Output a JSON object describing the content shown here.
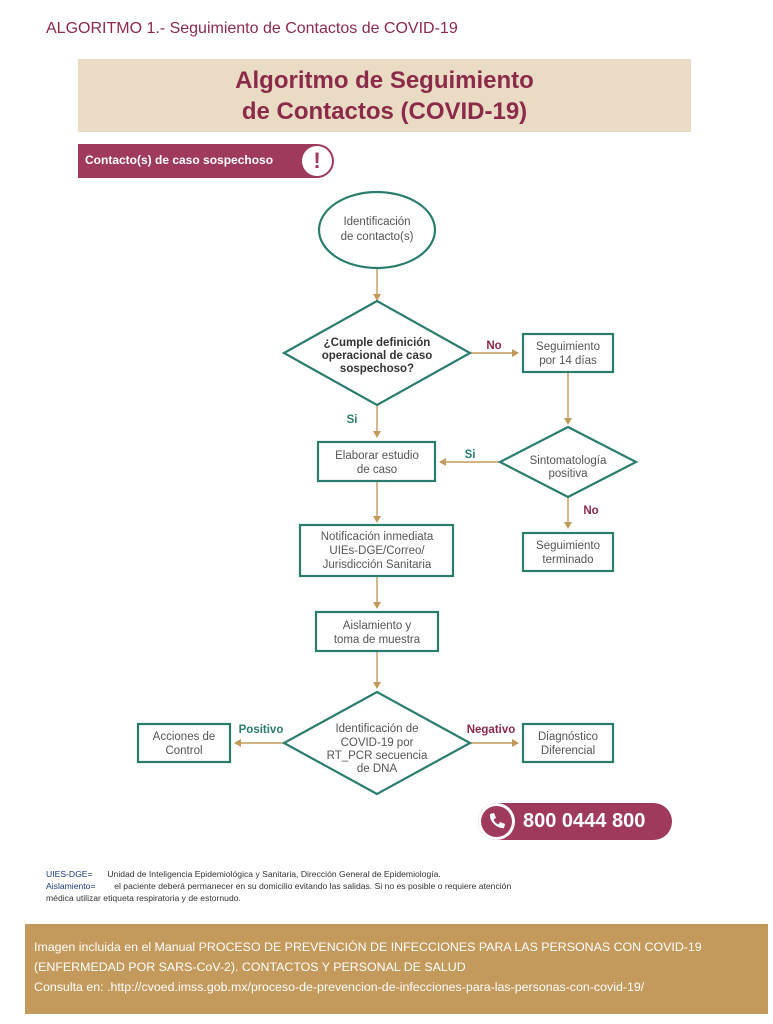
{
  "header": {
    "algorithm_label": "ALGORITMO 1.- Seguimiento de Contactos de COVID-19",
    "title_line1": "Algoritmo de Seguimiento",
    "title_line2": "de Contactos (COVID-19)"
  },
  "banner": {
    "text": "Contacto(s) de caso sospechoso",
    "icon": "exclamation-icon",
    "icon_glyph": "!"
  },
  "flow": {
    "start_line1": "Identificación",
    "start_line2": "de contacto(s)",
    "decision1_line1": "¿Cumple definición",
    "decision1_line2": "operacional de caso",
    "decision1_line3": "sospechoso?",
    "follow_line1": "Seguimiento",
    "follow_line2": "por 14 días",
    "study_line1": "Elaborar estudio",
    "study_line2": "de caso",
    "symptoms_line1": "Sintomatología",
    "symptoms_line2": "positiva",
    "finished_line1": "Seguimiento",
    "finished_line2": "terminado",
    "notify_line1": "Notificación inmediata",
    "notify_line2": "UIEs-DGE/Correo/",
    "notify_line3": "Jurisdicción Sanitaria",
    "isolation_line1": "Aislamiento y",
    "isolation_line2": "toma de muestra",
    "pcr_line1": "Identificación de",
    "pcr_line2": "COVID-19 por",
    "pcr_line3": "RT_PCR secuencia",
    "pcr_line4": "de DNA",
    "control_line1": "Acciones de",
    "control_line2": "Control",
    "diff_line1": "Diagnóstico",
    "diff_line2": "Diferencial",
    "label_no1": "No",
    "label_si1": "Si",
    "label_si2": "Si",
    "label_no2": "No",
    "label_positive": "Positivo",
    "label_negative": "Negativo"
  },
  "phone": {
    "number": "800 0444 800",
    "icon": "phone-icon"
  },
  "notes": {
    "term1": "UIES-DGE=",
    "def1": "Unidad de Inteligencia Epidemiológica y Sanitaria, Dirección General de Epidemiología.",
    "term2": "Aislamiento=",
    "def2_line1": "el paciente deberá permanecer en su domicilio evitando las salidas. Si no es posible o requiere atención",
    "def2_line2": "médica utilizar etiqueta respiratoria y de estornudo."
  },
  "footer": {
    "line1": "Imagen incluida en el Manual PROCESO DE PREVENCIÓN DE INFECCIONES PARA LAS PERSONAS CON COVID-19",
    "line2": "(ENFERMEDAD POR SARS-CoV-2). CONTACTOS Y PERSONAL DE SALUD",
    "line3": "Consulta en: .http://cvoed.imss.gob.mx/proceso-de-prevencion-de-infecciones-para-las-personas-con-covid-19/"
  },
  "colors": {
    "maroon": "#8c2a4a",
    "banner": "#a03a5c",
    "teal": "#2a7d6e",
    "arrow": "#c49a5c",
    "title_band": "#e9dbc4",
    "footer": "#c49a5c"
  }
}
